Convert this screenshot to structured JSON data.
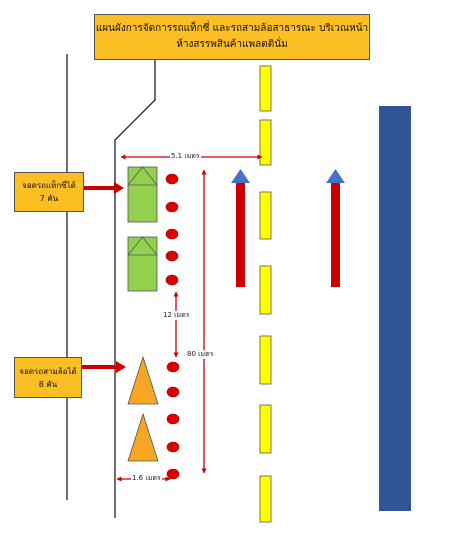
{
  "title": {
    "line1": "แผนผังการจัดการรถแท็กซี่ และรถสามล้อสาธารณะ บริเวณหน้า",
    "line2": "ห้างสรรพสินค้าแพลตตินั่ม"
  },
  "taxi_zone": {
    "label": "จอดรถแท็กซี่ได้",
    "count": "7 คัน",
    "fill": "#92d050"
  },
  "tuktuk_zone": {
    "label": "จอดรถสามล้อได้",
    "count": "8 คัน",
    "fill": "#f5a623"
  },
  "dimensions": {
    "road_width": "5.1 เมตร",
    "spacing": "12 เมตร",
    "zone_length": "80 เมตร",
    "curb_offset": "1.6 เมตร"
  },
  "colors": {
    "label_box": "#fbbf24",
    "cone": "#dd0000",
    "arrow": "#cc0000",
    "lane_dash": "#ffff00",
    "median": "#2f5597"
  },
  "icons": {
    "cone": "red-dot-icon",
    "direction": "arrow-up-icon"
  }
}
